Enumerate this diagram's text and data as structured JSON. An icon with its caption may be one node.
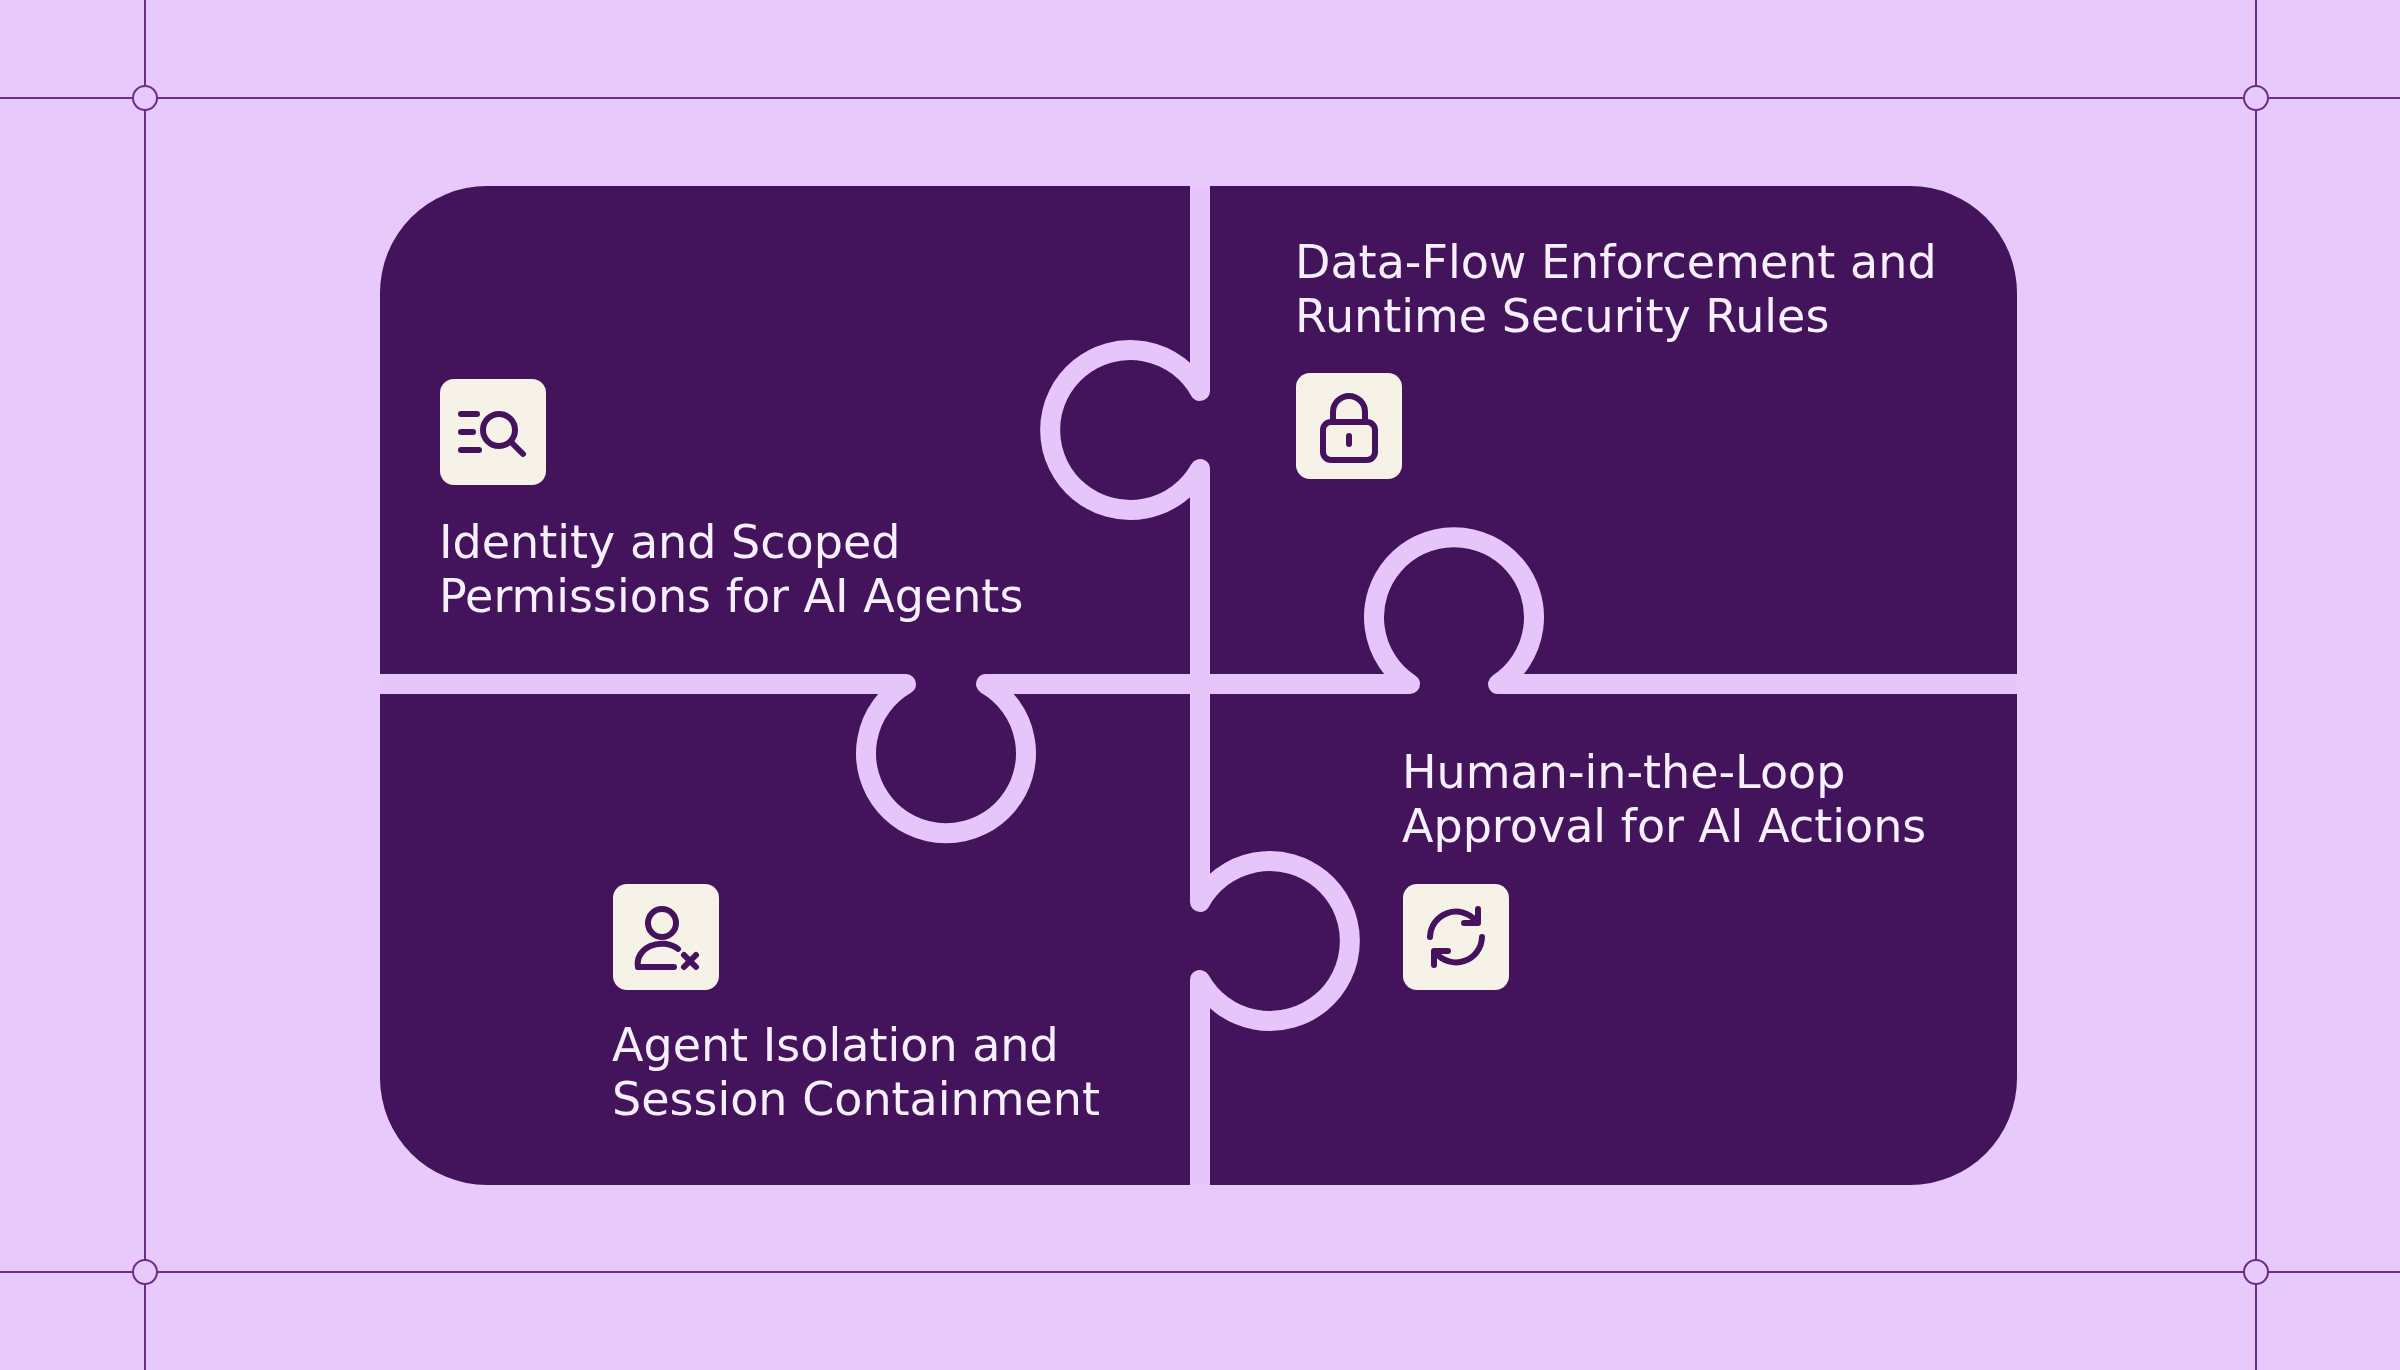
{
  "diagram": {
    "nodes": [
      {
        "text": [
          "Identity and Scoped Permissions for AI Agents"
        ]
      },
      {
        "text": [
          "Data-Flow Enforcement and Runtime Security Rules"
        ]
      },
      {
        "text": [
          "Agent Isolation and Session Containment"
        ]
      },
      {
        "text": [
          "Human-in-the-Loop Approval for AI Actions"
        ]
      }
    ]
  }
}
